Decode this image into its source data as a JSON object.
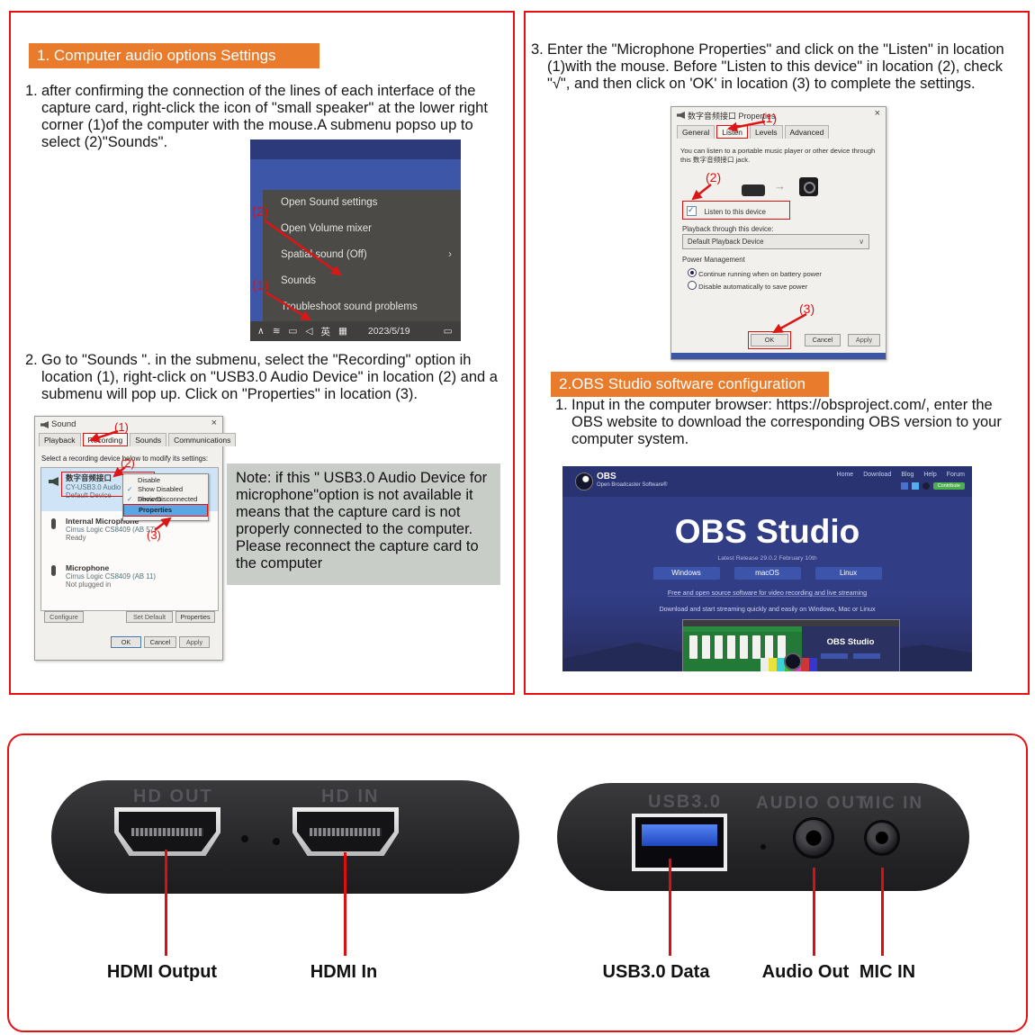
{
  "left_panel": {
    "heading": "1. Computer audio options Settings",
    "step1_num": "1.",
    "step1": "after confirming the connection of the lines of each interface of the capture card, right-click the icon of \"small speaker\" at the lower right corner (1)of the computer with the mouse.A submenu popso up to select (2)\"Sounds\".",
    "desktop_menu": {
      "items": [
        "Open Sound settings",
        "Open Volume mixer",
        "Spatial sound (Off)",
        "Sounds",
        "Troubleshoot sound problems"
      ],
      "submenu_arrow": "›",
      "tray_icons": [
        "∧",
        "≋",
        "▭",
        "◁",
        "英",
        "▦"
      ],
      "chat_icon": "▭",
      "date": "2023/5/19",
      "ann1": "(1)",
      "ann2": "(2)"
    },
    "step2_num": "2.",
    "step2": "Go to \"Sounds \". in the submenu, select the \"Recording\" option ih location (1), right-click on \"USB3.0 Audio Device\" in location (2) and a submenu will pop up. Click on \"Properties\" in location (3).",
    "sound_dialog": {
      "title": "Sound",
      "close": "×",
      "tabs": [
        "Playback",
        "Recording",
        "Sounds",
        "Communications"
      ],
      "instruction": "Select a recording device below to modify its settings:",
      "devices": [
        {
          "name": "数字音频接口",
          "sub": "CY-USB3.0 Audio",
          "status": "Default Device"
        },
        {
          "name": "Internal Microphone",
          "sub": "Cirrus Logic CS8409 (AB 57)",
          "status": "Ready"
        },
        {
          "name": "Microphone",
          "sub": "Cirrus Logic CS8409 (AB 11)",
          "status": "Not plugged in"
        }
      ],
      "menu": {
        "check": "✓",
        "disable": "Disable",
        "show_disabled": "Show Disabled Devices",
        "show_disconnected": "Show Disconnected Devices",
        "properties": "Properties"
      },
      "buttons": {
        "configure": "Configure",
        "set_default": "Set Default",
        "properties": "Properties"
      },
      "footer": {
        "ok": "OK",
        "cancel": "Cancel",
        "apply": "Apply"
      },
      "ann1": "(1)",
      "ann2": "(2)",
      "ann3": "(3)"
    },
    "note": "Note: if this \" USB3.0 Audio Device for microphone\"option is not available it means that the capture card is not properly connected to the computer. Please reconnect the capture card to the computer"
  },
  "right_panel": {
    "step3_num": "3.",
    "step3": "Enter the \"Microphone Properties\" and click on the \"Listen\" in location (1)with the mouse. Before \"Listen to this device\" in location (2), check \"√\", and then click on 'OK' in location (3) to complete the settings.",
    "mic_dialog": {
      "title": "数字音频接口 Properties",
      "close": "×",
      "tabs": [
        "General",
        "Listen",
        "Levels",
        "Advanced"
      ],
      "body": "You can listen to a portable music player or other device through this 数字音频接口 jack.",
      "arrow_glyph": "→",
      "listen_checkbox": "Listen to this device",
      "playback_label": "Playback through this device:",
      "playback_value": "Default Playback Device",
      "dropdown_arrow": "∨",
      "power_label": "Power Management",
      "radio1": "Continue running when on battery power",
      "radio2": "Disable automatically to save power",
      "footer": {
        "ok": "OK",
        "cancel": "Cancel",
        "apply": "Apply"
      },
      "ann1": "(1)",
      "ann2": "(2)",
      "ann3": "(3)"
    },
    "heading2": "2.OBS Studio software configuration",
    "obs_step_num": "1.",
    "obs_step": "Input in the computer browser: https://obsproject.com/, enter the OBS website to download the corresponding OBS version to your computer system.",
    "obs_site": {
      "logo": "OBS",
      "logo_sub": "Open Broadcaster Software®",
      "nav": [
        "Home",
        "Download",
        "Blog",
        "Help",
        "Forum"
      ],
      "contribute": "Contribute",
      "title": "OBS Studio",
      "release": "Latest Release 29.0.2 February 10th",
      "buttons": [
        "Windows",
        "macOS",
        "Linux"
      ],
      "tagline1": "Free and open source software for video recording and live streaming",
      "tagline2": "Download and start streaming quickly and easily on Windows, Mac or Linux",
      "screenshot_label": "OBS Studio"
    }
  },
  "bottom_panel": {
    "device1": {
      "port1": "HD OUT",
      "port2": "HD IN"
    },
    "device2": {
      "port1": "USB3.0",
      "port2": "AUDIO OUT",
      "port3": "MIC IN"
    },
    "captions": [
      "HDMI Output",
      "HDMI In",
      "USB3.0 Data",
      "Audio Out",
      "MIC IN"
    ]
  },
  "colors": {
    "accent_red": "#e81010",
    "heading_orange": "#e87b2c",
    "obs_navy": "#313d85",
    "usb_blue": "#2f5ad8"
  }
}
